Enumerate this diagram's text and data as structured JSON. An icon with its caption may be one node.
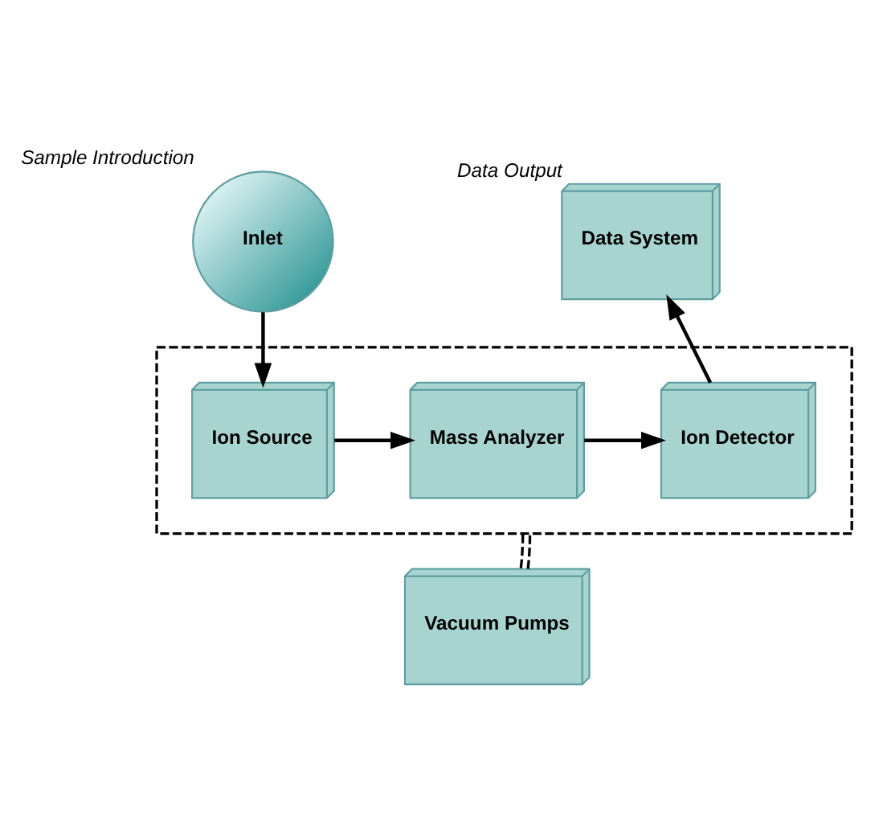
{
  "diagram": {
    "nodes": [
      {
        "text": [
          "Inlet"
        ],
        "beside": [
          "Sample Introduction"
        ]
      },
      {
        "text": [],
        "shape": "box"
      },
      {
        "text": [
          "Ion Source"
        ],
        "in": 1
      },
      {
        "text": [
          "Mass Analyzer"
        ],
        "in": 1
      },
      {
        "text": [
          "Ion Detector"
        ],
        "in": 1
      },
      {
        "text": [
          "Data System"
        ],
        "beside": [
          "Data Output"
        ]
      },
      {
        "text": [
          "Vacuum Pumps"
        ]
      }
    ],
    "edges": [
      {
        "from": 0,
        "to": 2,
        "arrow": "to"
      },
      {
        "from": 2,
        "to": 3,
        "arrow": "to"
      },
      {
        "from": 3,
        "to": 4,
        "arrow": "to"
      },
      {
        "from": 4,
        "to": 5,
        "arrow": "to"
      },
      {
        "from": 6,
        "to": 1,
        "arrow": "none",
        "style": "dashed"
      }
    ]
  }
}
